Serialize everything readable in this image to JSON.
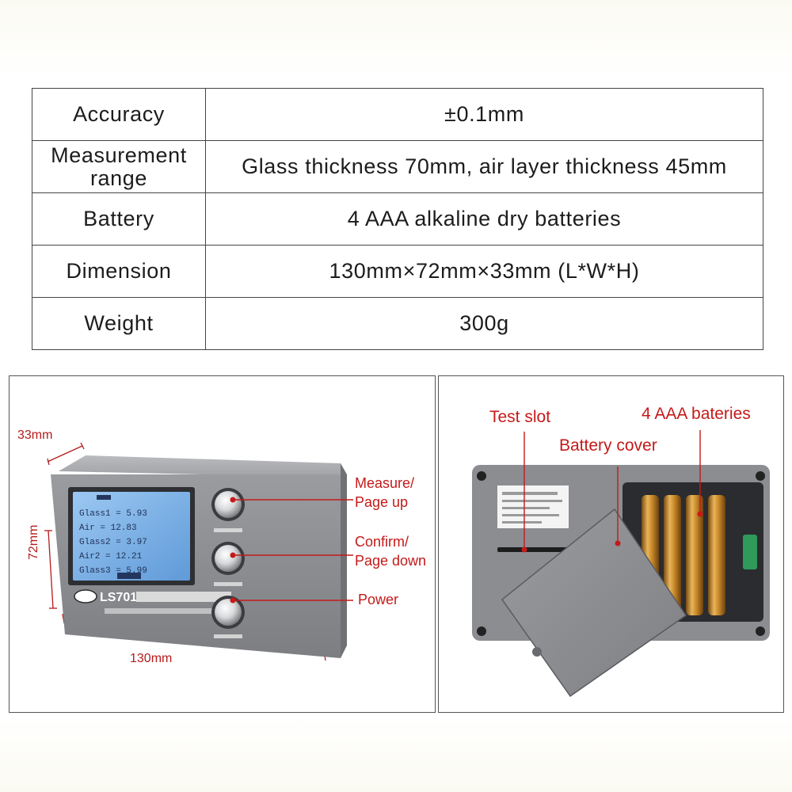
{
  "specs": [
    {
      "label": "Accuracy",
      "value": "±0.1mm"
    },
    {
      "label_line1": "Measurement",
      "label_line2": "range",
      "value": "Glass thickness 70mm, air layer thickness 45mm"
    },
    {
      "label": "Battery",
      "value": "4 AAA alkaline dry batteries"
    },
    {
      "label": "Dimension",
      "value": "130mm×72mm×33mm (L*W*H)"
    },
    {
      "label": "Weight",
      "value": "300g"
    }
  ],
  "front_view": {
    "depth_label": "33mm",
    "height_label": "72mm",
    "length_label": "130mm",
    "buttons": [
      {
        "line1": "Measure/",
        "line2": "Page up"
      },
      {
        "line1": "Confirm/",
        "line2": "Page down"
      },
      {
        "line1": "Power"
      }
    ],
    "model": "LS701"
  },
  "back_view": {
    "test_slot": "Test slot",
    "batteries": "4 AAA bateries",
    "battery_cover": "Battery cover"
  },
  "colors": {
    "callout_red": "#c41a1a",
    "device_gray": "#8a8c90",
    "screen_blue": "#7fb2e6",
    "table_border": "#444444"
  }
}
